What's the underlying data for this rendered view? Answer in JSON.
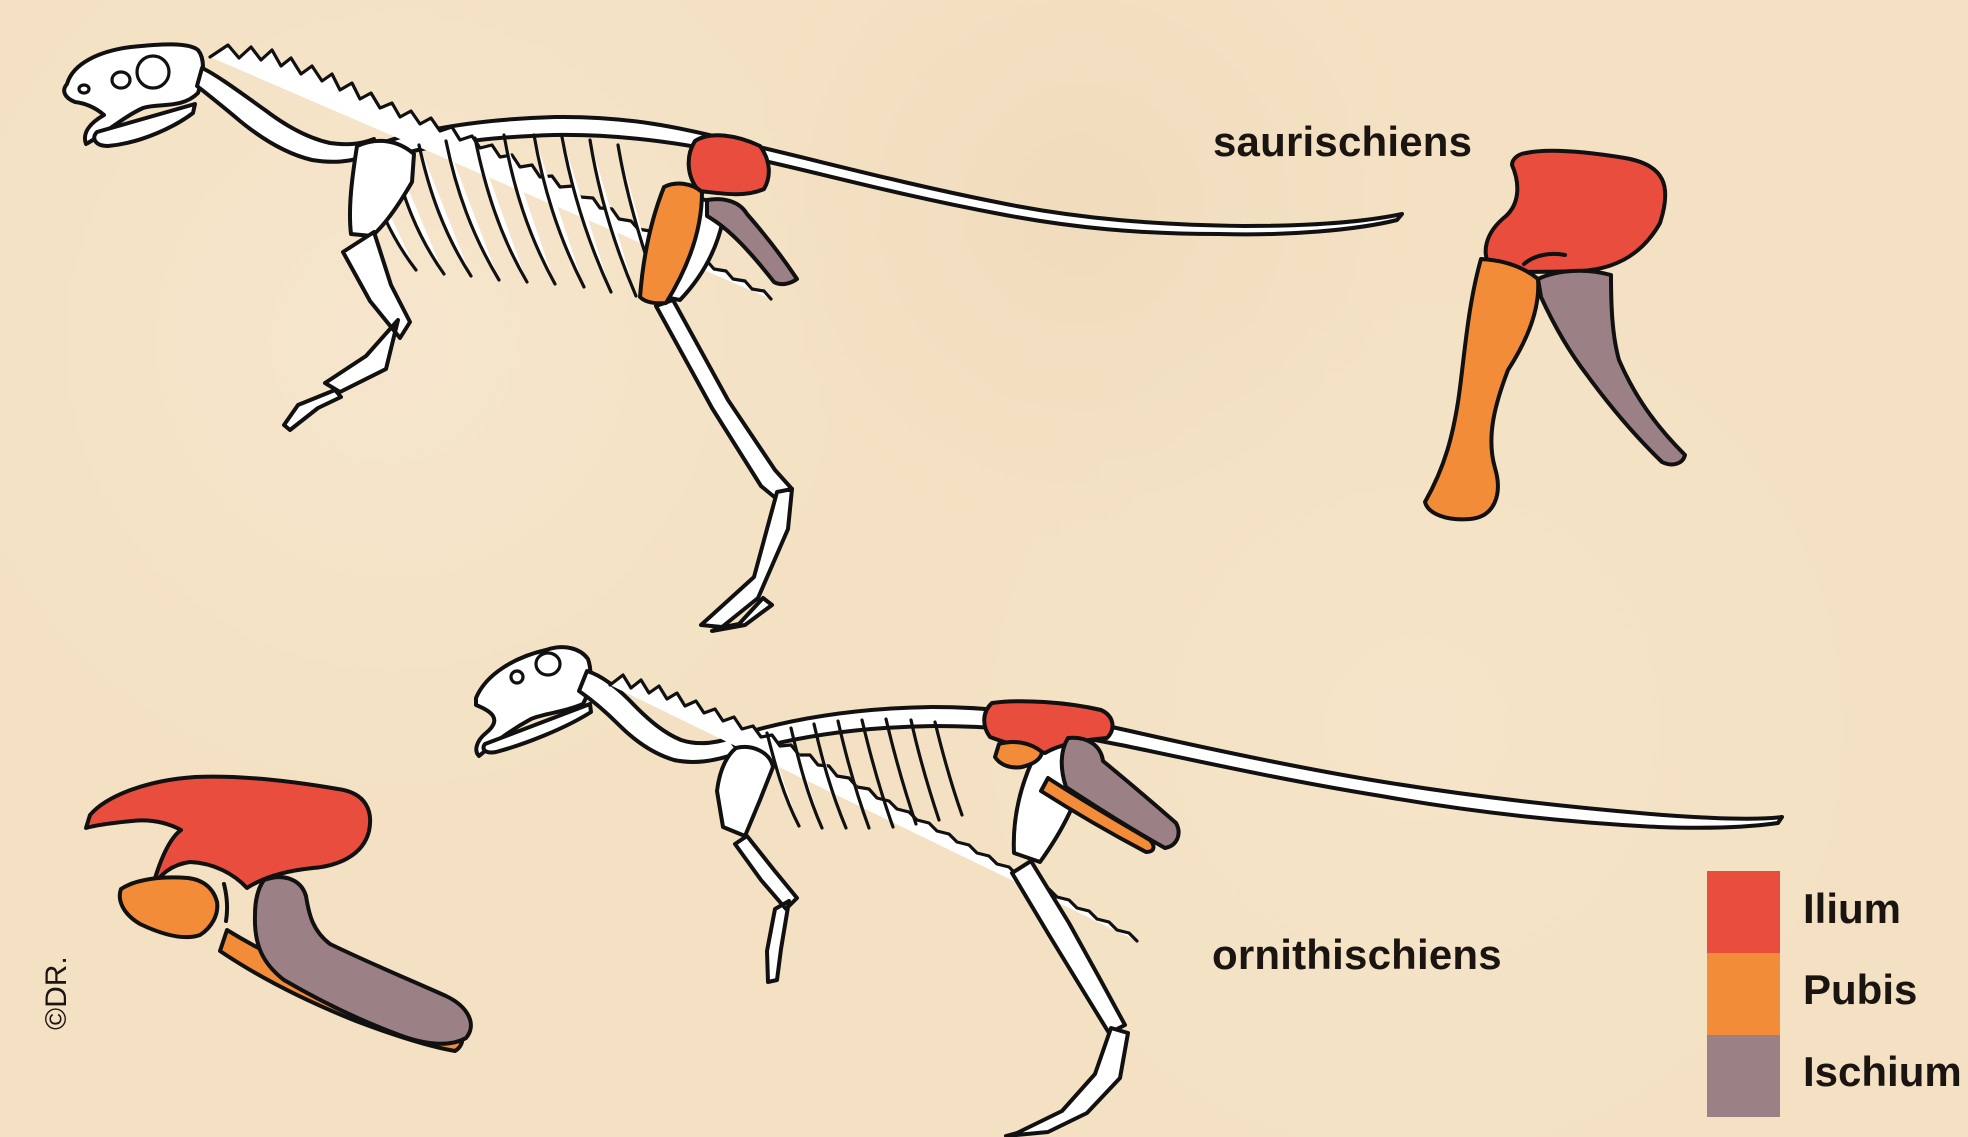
{
  "labels": {
    "top_group": "saurischiens",
    "bottom_group": "ornithischiens",
    "credit": "©DR."
  },
  "legend": {
    "items": [
      {
        "label": "Ilium",
        "color": "#e84d3d"
      },
      {
        "label": "Pubis",
        "color": "#f28c38"
      },
      {
        "label": "Ischium",
        "color": "#9b8186"
      }
    ]
  }
}
